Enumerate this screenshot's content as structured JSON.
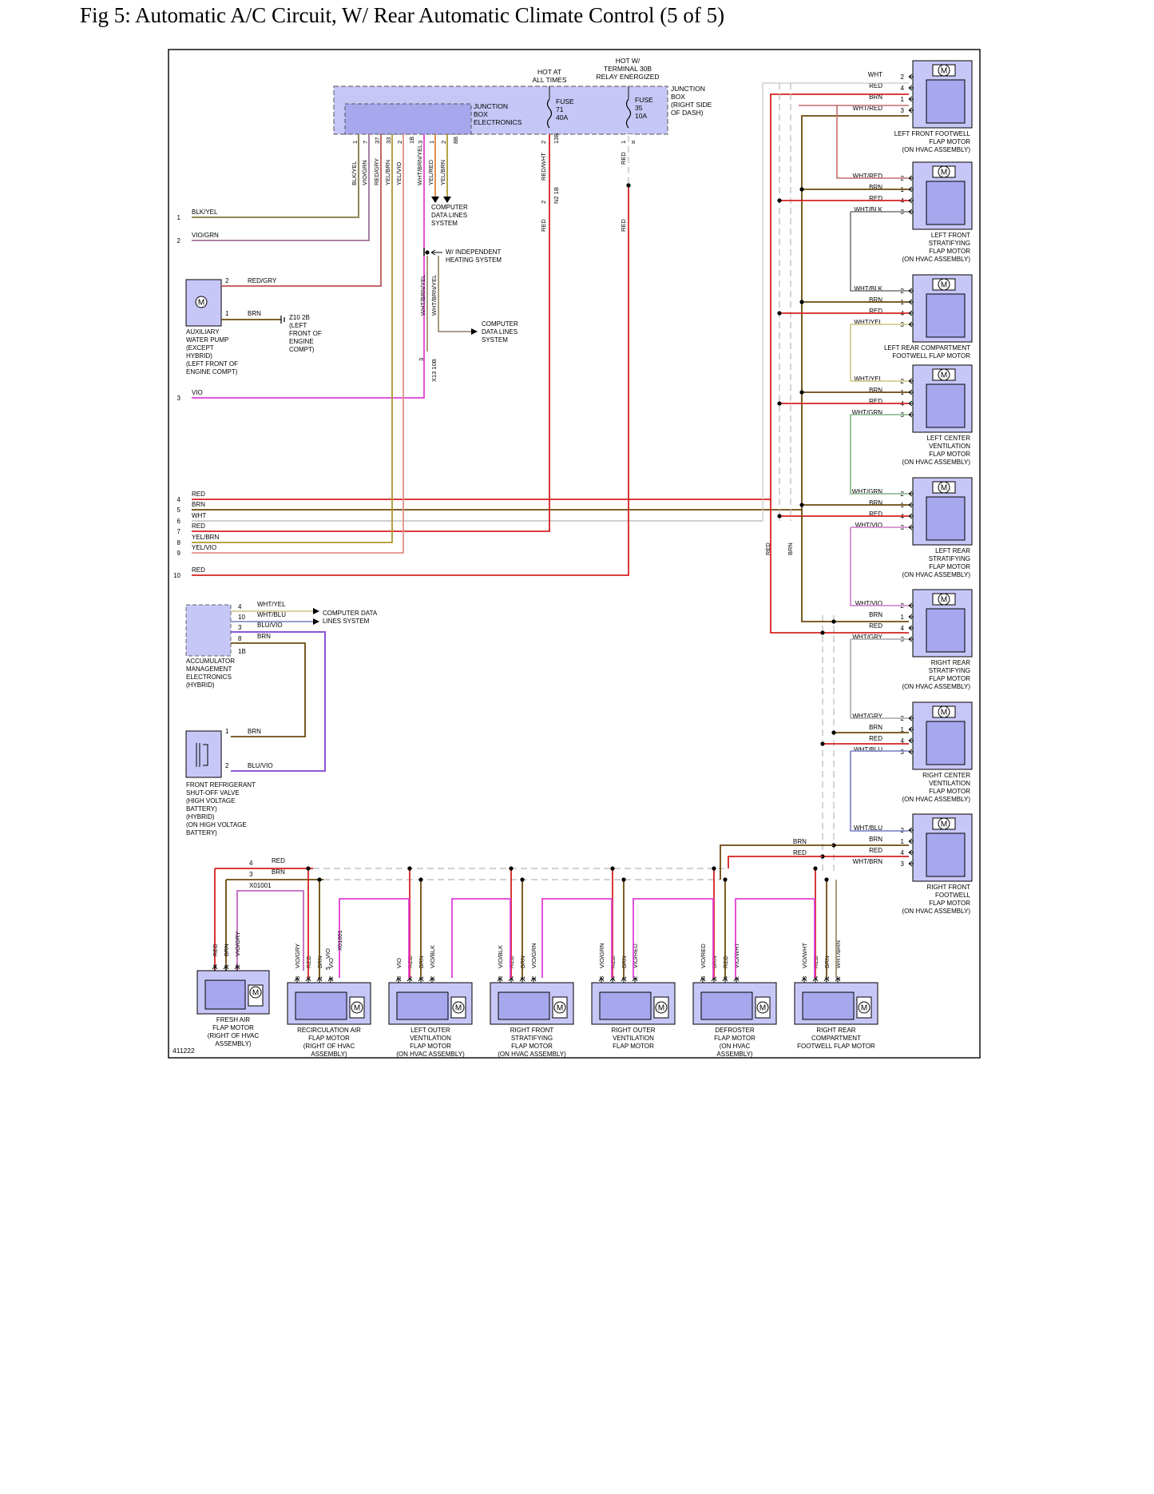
{
  "title": "Fig 5: Automatic A/C Circuit, W/ Rear Automatic Climate Control (5 of 5)",
  "figure_id": "411222",
  "colors": {
    "RED": "#d62020",
    "BRN": "#6b4a0c",
    "WHT": "#c8c8c8",
    "BLK": "#333333",
    "YEL": "#e3d24a",
    "GRN": "#4caf50",
    "VIO": "#e040d8",
    "BLU": "#3040d0",
    "GRY": "#999999",
    "OLIVE": "#8d7a22",
    "box_fill": "#c7c7f7",
    "box_dark": "#a7a7ee"
  },
  "junction_box": {
    "label": [
      "JUNCTION",
      "BOX",
      "ELECTRONICS"
    ],
    "fuse71": [
      "FUSE",
      "71",
      "40A"
    ],
    "fuse35": [
      "FUSE",
      "35",
      "10A"
    ],
    "hot_at_all_times": [
      "HOT AT",
      "ALL TIMES"
    ],
    "hot_w_terminal": [
      "HOT W/",
      "TERMINAL 30B",
      "RELAY ENERGIZED"
    ],
    "location": [
      "JUNCTION",
      "BOX",
      "(RIGHT SIDE",
      "OF DASH)"
    ]
  },
  "jb_pins": [
    {
      "pin": "1",
      "wire": "BLK/YEL"
    },
    {
      "pin": "7",
      "wire": "VIO/GRN"
    },
    {
      "pin": "37",
      "wire": "RED/GRY"
    },
    {
      "pin": "33",
      "wire": "YEL/BRN"
    },
    {
      "pin": "2",
      "wire": "YEL/VIO"
    },
    {
      "pin": "3",
      "wire": "WHT/BRN/YEL"
    },
    {
      "pin": "1",
      "wire": "YEL/RED"
    },
    {
      "pin": "2",
      "wire": "YEL/BRN"
    }
  ],
  "conn_labels": {
    "c1b": "1B",
    "c8b": "8B",
    "c13b": "13B",
    "c8": "8",
    "n2": "2",
    "n2_1b": "N2 1B",
    "x13": "3",
    "x13_10b": "X13 10B",
    "x01001": "X01001"
  },
  "red_wht_pin": "2",
  "red_wht_label": "RED/WHT",
  "red_pin": "1",
  "red_label": "RED",
  "computer_data_lines": [
    "COMPUTER",
    "DATA LINES",
    "SYSTEM"
  ],
  "w_independent": [
    "W/ INDEPENDENT",
    "HEATING SYSTEM"
  ],
  "wht_brn_yel": "WHT/BRN/YEL",
  "left_lines": [
    {
      "num": "1",
      "wire": "BLK/YEL"
    },
    {
      "num": "2",
      "wire": "VIO/GRN"
    },
    {
      "num": "3",
      "wire": "VIO"
    },
    {
      "num": "4",
      "wire": "RED"
    },
    {
      "num": "5",
      "wire": "BRN"
    },
    {
      "num": "6",
      "wire": "WHT"
    },
    {
      "num": "7",
      "wire": "RED"
    },
    {
      "num": "8",
      "wire": "YEL/BRN"
    },
    {
      "num": "9",
      "wire": "YEL/VIO"
    },
    {
      "num": "10",
      "wire": "RED"
    }
  ],
  "aux_pump": {
    "label": [
      "AUXILIARY",
      "WATER PUMP",
      "(EXCEPT",
      "HYBRID)",
      "(LEFT FRONT OF",
      "ENGINE COMPT)"
    ],
    "pins": [
      {
        "pin": "2",
        "wire": "RED/GRY"
      },
      {
        "pin": "1",
        "wire": "BRN"
      }
    ],
    "ground": [
      "Z10 2B",
      "(LEFT",
      "FRONT OF",
      "ENGINE",
      "COMPT)"
    ]
  },
  "accumulator": {
    "label": [
      "ACCUMULATOR",
      "MANAGEMENT",
      "ELECTRONICS",
      "(HYBRID)"
    ],
    "pins": [
      {
        "pin": "4",
        "wire": "WHT/YEL"
      },
      {
        "pin": "10",
        "wire": "WHT/BLU"
      },
      {
        "pin": "3",
        "wire": "BLU/VIO"
      },
      {
        "pin": "8",
        "wire": "BRN"
      }
    ],
    "conn": "1B",
    "data_lines": [
      "COMPUTER DATA",
      "LINES SYSTEM"
    ]
  },
  "refrig_valve": {
    "label": [
      "FRONT REFRIGERANT",
      "SHUT-OFF VALVE",
      "(HIGH VOLTAGE",
      "BATTERY)",
      "(HYBRID)",
      "(ON HIGH VOLTAGE",
      "BATTERY)"
    ],
    "pins": [
      {
        "pin": "1",
        "wire": "BRN"
      },
      {
        "pin": "2",
        "wire": "BLU/VIO"
      }
    ]
  },
  "right_motors": [
    {
      "label": [
        "LEFT FRONT FOOTWELL",
        "FLAP MOTOR",
        "(ON HVAC ASSEMBLY)"
      ],
      "pins": [
        {
          "wire": "WHT",
          "pin": "2"
        },
        {
          "wire": "RED",
          "pin": "4"
        },
        {
          "wire": "BRN",
          "pin": "1"
        },
        {
          "wire": "WHT/RED",
          "pin": "3"
        }
      ]
    },
    {
      "label": [
        "LEFT FRONT",
        "STRATIFYING",
        "FLAP MOTOR",
        "(ON HVAC ASSEMBLY)"
      ],
      "pins": [
        {
          "wire": "WHT/RED",
          "pin": "2"
        },
        {
          "wire": "BRN",
          "pin": "1"
        },
        {
          "wire": "RED",
          "pin": "4"
        },
        {
          "wire": "WHT/BLK",
          "pin": "3"
        }
      ]
    },
    {
      "label": [
        "LEFT REAR COMPARTMENT",
        "FOOTWELL FLAP MOTOR"
      ],
      "pins": [
        {
          "wire": "WHT/BLK",
          "pin": "2"
        },
        {
          "wire": "BRN",
          "pin": "1"
        },
        {
          "wire": "RED",
          "pin": "4"
        },
        {
          "wire": "WHT/YEL",
          "pin": "3"
        }
      ]
    },
    {
      "label": [
        "LEFT CENTER",
        "VENTILATION",
        "FLAP MOTOR",
        "(ON HVAC ASSEMBLY)"
      ],
      "pins": [
        {
          "wire": "WHT/YEL",
          "pin": "2"
        },
        {
          "wire": "BRN",
          "pin": "1"
        },
        {
          "wire": "RED",
          "pin": "4"
        },
        {
          "wire": "WHT/GRN",
          "pin": "3"
        }
      ]
    },
    {
      "label": [
        "LEFT REAR",
        "STRATIFYING",
        "FLAP MOTOR",
        "(ON HVAC ASSEMBLY)"
      ],
      "pins": [
        {
          "wire": "WHT/GRN",
          "pin": "2"
        },
        {
          "wire": "BRN",
          "pin": "1"
        },
        {
          "wire": "RED",
          "pin": "4"
        },
        {
          "wire": "WHT/VIO",
          "pin": "3"
        }
      ]
    },
    {
      "label": [
        "RIGHT REAR",
        "STRATIFYING",
        "FLAP MOTOR",
        "(ON HVAC ASSEMBLY)"
      ],
      "pins": [
        {
          "wire": "WHT/VIO",
          "pin": "2"
        },
        {
          "wire": "BRN",
          "pin": "1"
        },
        {
          "wire": "RED",
          "pin": "4"
        },
        {
          "wire": "WHT/GRY",
          "pin": "3"
        }
      ]
    },
    {
      "label": [
        "RIGHT CENTER",
        "VENTILATION",
        "FLAP MOTOR",
        "(ON HVAC ASSEMBLY)"
      ],
      "pins": [
        {
          "wire": "WHT/GRY",
          "pin": "2"
        },
        {
          "wire": "BRN",
          "pin": "1"
        },
        {
          "wire": "RED",
          "pin": "4"
        },
        {
          "wire": "WHT/BLU",
          "pin": "3"
        }
      ]
    },
    {
      "label": [
        "RIGHT FRONT",
        "FOOTWELL",
        "FLAP MOTOR",
        "(ON HVAC ASSEMBLY)"
      ],
      "pins": [
        {
          "wire": "WHT/BLU",
          "pin": "2"
        },
        {
          "wire": "BRN",
          "pin": "1"
        },
        {
          "wire": "RED",
          "pin": "4"
        },
        {
          "wire": "WHT/BRN",
          "pin": "3"
        }
      ]
    }
  ],
  "bus_labels": {
    "red": "RED",
    "brn": "BRN"
  },
  "bottom_bus": {
    "pins": [
      {
        "pin": "4",
        "wire": "RED"
      },
      {
        "pin": "3",
        "wire": "BRN"
      }
    ]
  },
  "bottom_motors": [
    {
      "label": [
        "FRESH AIR",
        "FLAP MOTOR",
        "(RIGHT OF HVAC",
        "ASSEMBLY)"
      ],
      "pins": [
        {
          "wire": "RED",
          "pin": "4"
        },
        {
          "wire": "BRN",
          "pin": "1"
        },
        {
          "wire": "VIO/GRY",
          "pin": "2"
        }
      ]
    },
    {
      "label": [
        "RECIRCULATION AIR",
        "FLAP MOTOR",
        "(RIGHT OF HVAC",
        "ASSEMBLY)"
      ],
      "pins": [
        {
          "wire": "VIO/GRY",
          "pin": "3"
        },
        {
          "wire": "RED",
          "pin": "4"
        },
        {
          "wire": "BRN",
          "pin": "1"
        },
        {
          "wire": "VIO",
          "pin": "2"
        }
      ]
    },
    {
      "label": [
        "LEFT OUTER",
        "VENTILATION",
        "FLAP MOTOR",
        "(ON HVAC ASSEMBLY)"
      ],
      "pins": [
        {
          "wire": "VIO",
          "pin": "3"
        },
        {
          "wire": "RED",
          "pin": "4"
        },
        {
          "wire": "BRN",
          "pin": "1"
        },
        {
          "wire": "VIO/BLK",
          "pin": "2"
        }
      ]
    },
    {
      "label": [
        "RIGHT FRONT",
        "STRATIFYING",
        "FLAP MOTOR",
        "(ON HVAC ASSEMBLY)"
      ],
      "pins": [
        {
          "wire": "VIO/BLK",
          "pin": "3"
        },
        {
          "wire": "RED",
          "pin": "4"
        },
        {
          "wire": "BRN",
          "pin": "1"
        },
        {
          "wire": "VIO/GRN",
          "pin": "2"
        }
      ]
    },
    {
      "label": [
        "RIGHT OUTER",
        "VENTILATION",
        "FLAP MOTOR"
      ],
      "pins": [
        {
          "wire": "VIO/GRN",
          "pin": "3"
        },
        {
          "wire": "RED",
          "pin": "4"
        },
        {
          "wire": "BRN",
          "pin": "1"
        },
        {
          "wire": "VIO/RED",
          "pin": "2"
        }
      ]
    },
    {
      "label": [
        "DEFROSTER",
        "FLAP MOTOR",
        "(ON HVAC",
        "ASSEMBLY)"
      ],
      "pins": [
        {
          "wire": "VIO/RED",
          "pin": "3"
        },
        {
          "wire": "BRN",
          "pin": "1"
        },
        {
          "wire": "RED",
          "pin": "4"
        },
        {
          "wire": "VIO/WHT",
          "pin": "2"
        }
      ]
    },
    {
      "label": [
        "RIGHT REAR",
        "COMPARTMENT",
        "FOOTWELL FLAP MOTOR"
      ],
      "pins": [
        {
          "wire": "VIO/WHT",
          "pin": "3"
        },
        {
          "wire": "RED",
          "pin": "4"
        },
        {
          "wire": "BRN",
          "pin": "1"
        },
        {
          "wire": "WHT/BRN",
          "pin": "2"
        }
      ]
    }
  ],
  "recirc_extra": {
    "pin": "5",
    "wire": "VIO",
    "conn": "X01001"
  }
}
